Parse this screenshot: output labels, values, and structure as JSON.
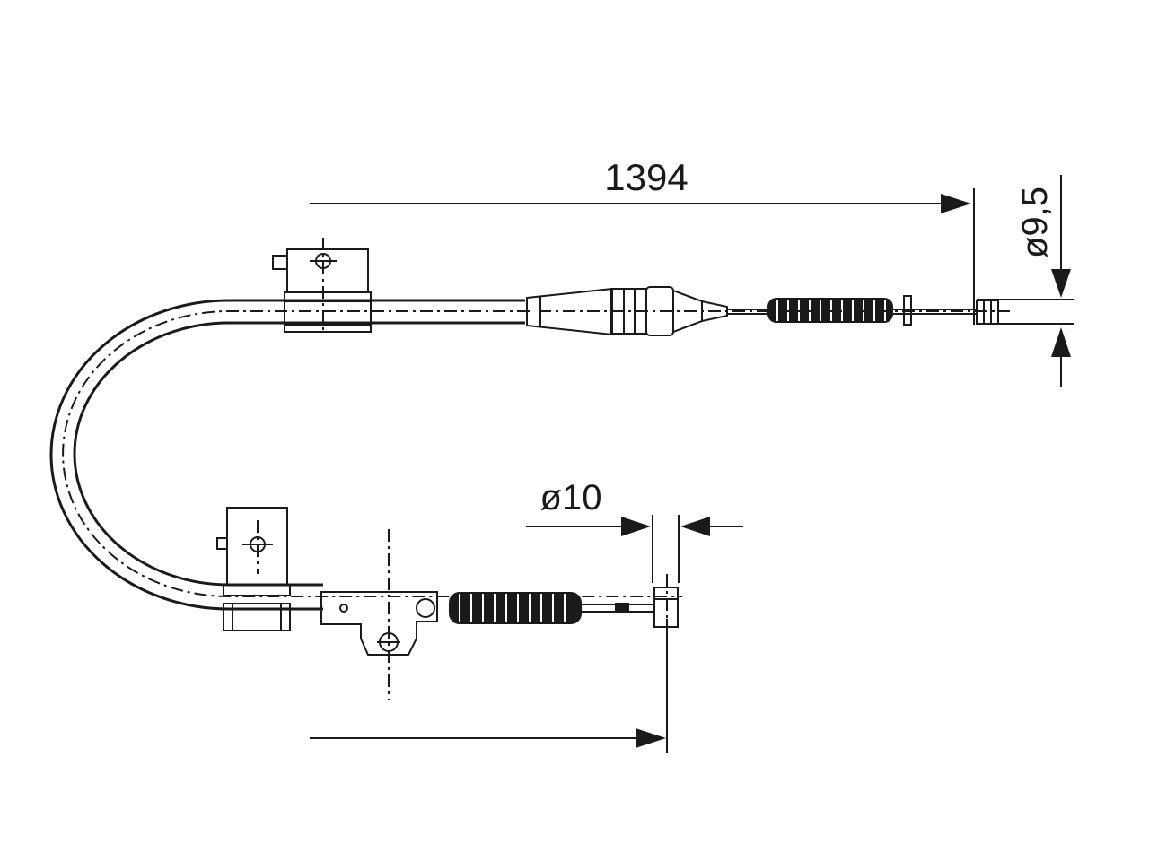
{
  "drawing": {
    "overall_length": "1394",
    "diameter_top": "ø9,5",
    "diameter_bottom": "ø10"
  },
  "colors": {
    "line": "#1a1a1a",
    "background": "#ffffff"
  }
}
